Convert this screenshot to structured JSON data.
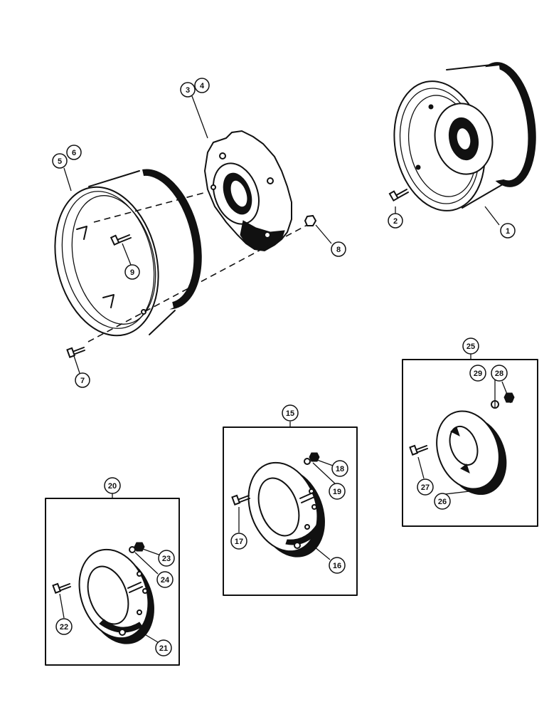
{
  "callouts": {
    "c1": "1",
    "c2": "2",
    "c3": "3",
    "c4": "4",
    "c5": "5",
    "c6": "6",
    "c7": "7",
    "c8": "8",
    "c9": "9",
    "c15": "15",
    "c16": "16",
    "c17": "17",
    "c18": "18",
    "c19": "19",
    "c20": "20",
    "c21": "21",
    "c22": "22",
    "c23": "23",
    "c24": "24",
    "c25": "25",
    "c26": "26",
    "c27": "27",
    "c28": "28",
    "c29": "29"
  }
}
